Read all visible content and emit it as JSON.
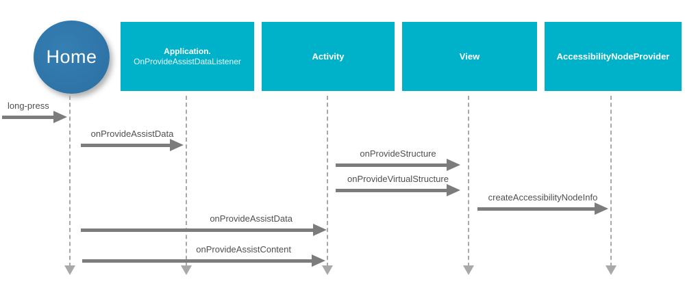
{
  "diagram": {
    "type": "sequence-diagram",
    "actors": [
      {
        "id": "home",
        "shape": "circle",
        "label": "Home"
      },
      {
        "id": "application",
        "shape": "box",
        "line1": "Application.",
        "line2": "OnProvideAssistDataListener"
      },
      {
        "id": "activity",
        "shape": "box",
        "label": "Activity"
      },
      {
        "id": "view",
        "shape": "box",
        "label": "View"
      },
      {
        "id": "accessibility_node_provider",
        "shape": "box",
        "label": "AccessibilityNodeProvider"
      }
    ],
    "messages": [
      {
        "label": "long-press",
        "from": "external",
        "to": "home"
      },
      {
        "label": "onProvideAssistData",
        "from": "home",
        "to": "application"
      },
      {
        "label": "onProvideStructure",
        "from": "activity",
        "to": "view"
      },
      {
        "label": "onProvideVirtualStructure",
        "from": "activity",
        "to": "view"
      },
      {
        "label": "createAccessibilityNodeInfo",
        "from": "view",
        "to": "accessibility_node_provider"
      },
      {
        "label": "onProvideAssistData",
        "from": "home",
        "to": "activity"
      },
      {
        "label": "onProvideAssistContent",
        "from": "home",
        "to": "activity"
      }
    ],
    "colors": {
      "actor_box_teal": "#00b2c9",
      "home_circle_blue": "#3076aa",
      "arrow_gray": "#7c7c7c",
      "lifeline_gray": "#a8a8a8",
      "label_gray": "#4f4f4f",
      "actor_text": "#ffffff",
      "background": "#ffffff"
    }
  }
}
